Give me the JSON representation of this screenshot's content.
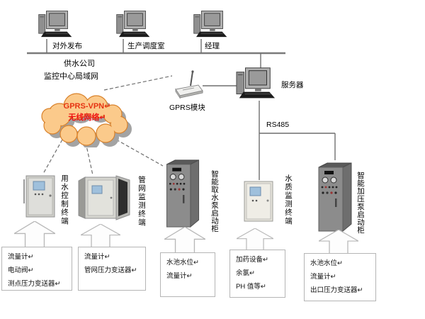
{
  "workstations": [
    {
      "label": "对外发布"
    },
    {
      "label": "生产调度室"
    },
    {
      "label": "经理"
    }
  ],
  "lan": {
    "caption_line1": "供水公司",
    "caption_line2": "监控中心局域网"
  },
  "server": {
    "label": "服务器"
  },
  "gprs": {
    "module_label": "GPRS模块",
    "cloud_line1": "GPRS-VPN↵",
    "cloud_line2": "无线网络↵"
  },
  "bus": {
    "label": "RS485"
  },
  "terminals": [
    {
      "label": "用水控制终端"
    },
    {
      "label": "管网监测终端"
    },
    {
      "label": "智能取水泵启动柜"
    },
    {
      "label": "水质监测终端"
    },
    {
      "label": "智能加压泵启动柜"
    }
  ],
  "sensor_boxes": [
    {
      "lines": [
        "流量计↵",
        "电动阀↵",
        "测点压力变送器↵"
      ]
    },
    {
      "lines": [
        "流量计↵",
        "管网压力变送器↵"
      ]
    },
    {
      "lines": [
        "水池水位↵",
        "流量计↵"
      ]
    },
    {
      "lines": [
        "加药设备↵",
        "余氯↵",
        "PH 值等↵"
      ]
    },
    {
      "lines": [
        "水池水位↵",
        "流量计↵",
        "出口压力变送器↵"
      ]
    }
  ],
  "colors": {
    "cloud_fill": "#fbca8b",
    "cloud_border": "#d9822b",
    "cloud_text_primary": "#e63312",
    "cloud_text_secondary": "#ee1111",
    "connector": "#6e6e6e",
    "screen_blue": "#9fc0dc"
  }
}
